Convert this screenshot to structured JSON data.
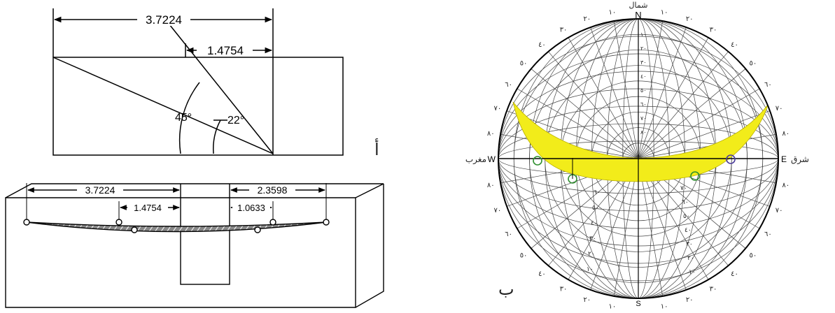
{
  "section_diagram": {
    "dim_total": "3.7224",
    "dim_partial": "1.4754",
    "angle_large": "45°",
    "angle_small": "22°",
    "figure_label": "أ"
  },
  "plan_diagram": {
    "dim_left_total": "3.7224",
    "dim_left_partial": "1.4754",
    "dim_right_total": "2.3598",
    "dim_right_partial": "1.0633"
  },
  "sun_chart": {
    "north_label": "N",
    "north_arabic": "شمال",
    "east_label": "E",
    "east_arabic": "شرق",
    "west_label": "W",
    "west_arabic": "مغرب",
    "south_label": "S",
    "figure_label": "ب",
    "rim_upper_left": [
      "١٠",
      "٢٠",
      "٣٠",
      "٤٠",
      "٥٠",
      "٦٠",
      "٧٠",
      "٨٠"
    ],
    "rim_upper_right": [
      "١٠",
      "٢٠",
      "٣٠",
      "٤٠",
      "٥٠",
      "٦٠",
      "٧٠",
      "٨٠"
    ],
    "rim_lower_left": [
      "٨٠",
      "٧٠",
      "٦٠",
      "٥٠",
      "٤٠",
      "٣٠",
      "٢٠",
      "١٠"
    ],
    "rim_lower_right": [
      "٨٠",
      "٧٠",
      "٦٠",
      "٥٠",
      "٤٠",
      "٣٠",
      "٢٠",
      "١٠"
    ],
    "north_axis": [
      "١٠",
      "٢٠",
      "٣٠",
      "٤٠",
      "٥٠",
      "٦٠",
      "٧٠",
      "٨٠"
    ],
    "lower_left_ticks": [
      "٦٠",
      "٥٠",
      "٤٠",
      "٣٠",
      "٢٠",
      "١٠"
    ],
    "lower_right_ticks": [
      "٧٠",
      "٦٠",
      "٥٠",
      "٤٠",
      "٣٠",
      "٢٠",
      "١٠"
    ],
    "highlight_color": "#f2ec1a",
    "marker_green": "#2f8f2f",
    "marker_purple": "#4a3a9a"
  }
}
